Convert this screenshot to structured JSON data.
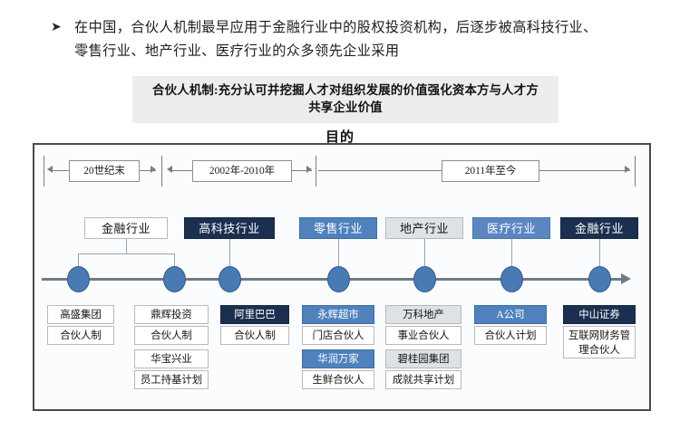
{
  "intro": {
    "bullet_icon": "triangle-right-bullet",
    "lines": [
      "在中国，合伙人机制最早应用于金融行业中的股权投资机构，后逐步被高科技行业、",
      "零售行业、地产行业、医疗行业的众多领先企业采用"
    ]
  },
  "definition": {
    "lines": [
      "合伙人机制:充分认可并挖掘人才对组织发展的价值强化资本方与人才方",
      "共享企业价值"
    ]
  },
  "diagram": {
    "title": "目的",
    "eras": [
      {
        "label": "20世纪末"
      },
      {
        "label": "2002年-2010年"
      },
      {
        "label": "2011年至今"
      }
    ],
    "industries": [
      {
        "label": "金融行业",
        "style": "white"
      },
      {
        "label": "高科技行业",
        "style": "navy"
      },
      {
        "label": "零售行业",
        "style": "blue"
      },
      {
        "label": "地产行业",
        "style": "gray"
      },
      {
        "label": "医疗行业",
        "style": "steel"
      },
      {
        "label": "金融行业",
        "style": "navy"
      }
    ],
    "columns": [
      {
        "items": [
          {
            "label": "高盛集团",
            "style": "white"
          },
          {
            "label": "合伙人制",
            "style": "white"
          }
        ]
      },
      {
        "items": [
          {
            "label": "鼎辉投资",
            "style": "white"
          },
          {
            "label": "合伙人制",
            "style": "white"
          },
          {
            "label": "华宝兴业",
            "style": "white"
          },
          {
            "label": "员工持基计划",
            "style": "white"
          }
        ]
      },
      {
        "items": [
          {
            "label": "阿里巴巴",
            "style": "navy"
          },
          {
            "label": "合伙人制",
            "style": "white"
          }
        ]
      },
      {
        "items": [
          {
            "label": "永辉超市",
            "style": "blue"
          },
          {
            "label": "门店合伙人",
            "style": "white"
          },
          {
            "label": "华润万家",
            "style": "blue"
          },
          {
            "label": "生鲜合伙人",
            "style": "white"
          }
        ]
      },
      {
        "items": [
          {
            "label": "万科地产",
            "style": "gray"
          },
          {
            "label": "事业合伙人",
            "style": "white"
          },
          {
            "label": "碧桂园集团",
            "style": "gray"
          },
          {
            "label": "成就共享计划",
            "style": "white"
          }
        ]
      },
      {
        "items": [
          {
            "label": "A公司",
            "style": "blue"
          },
          {
            "label": "合伙人计划",
            "style": "white"
          }
        ]
      },
      {
        "items": [
          {
            "label": "中山证券",
            "style": "navy"
          },
          {
            "label": "互联网财务管理合伙人",
            "style": "white"
          }
        ]
      }
    ],
    "node_count": 7,
    "colors": {
      "navy": "#1b3050",
      "blue": "#4f82bd",
      "steel": "#5b87c0",
      "gray": "#dfe2e4",
      "node": "#4a7ab4",
      "axis": "#6f7b86",
      "frame": "#4a4a4a",
      "banner_bg": "#eceded"
    }
  }
}
